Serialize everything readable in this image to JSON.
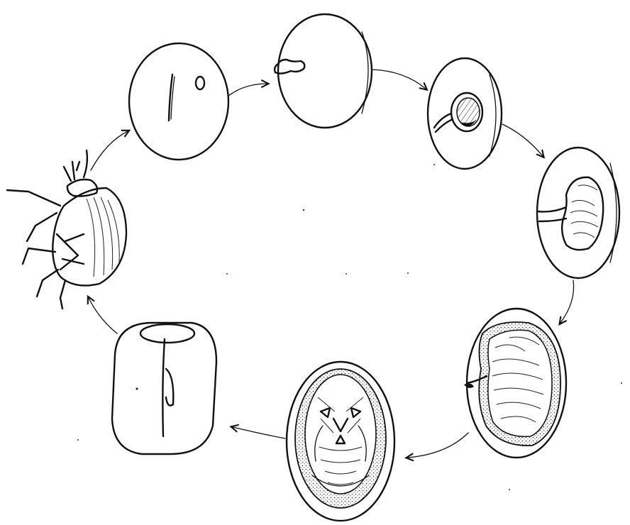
{
  "diagram": {
    "stages": [
      {
        "id": "seed-with-egg",
        "icon": "seed-icon"
      },
      {
        "id": "hatching-larva-entering",
        "icon": "seed-icon"
      },
      {
        "id": "young-larva-tunnel",
        "icon": "seed-cross-section-icon"
      },
      {
        "id": "larva-growing",
        "icon": "seed-cross-section-icon"
      },
      {
        "id": "mature-larva",
        "icon": "seed-cross-section-icon"
      },
      {
        "id": "pupa-in-seed",
        "icon": "seed-cross-section-icon"
      },
      {
        "id": "seed-with-emergence-window",
        "icon": "seed-icon"
      },
      {
        "id": "adult-beetle",
        "icon": "beetle-icon"
      }
    ],
    "colors": {
      "ink": "#111111",
      "background": "#ffffff"
    }
  }
}
